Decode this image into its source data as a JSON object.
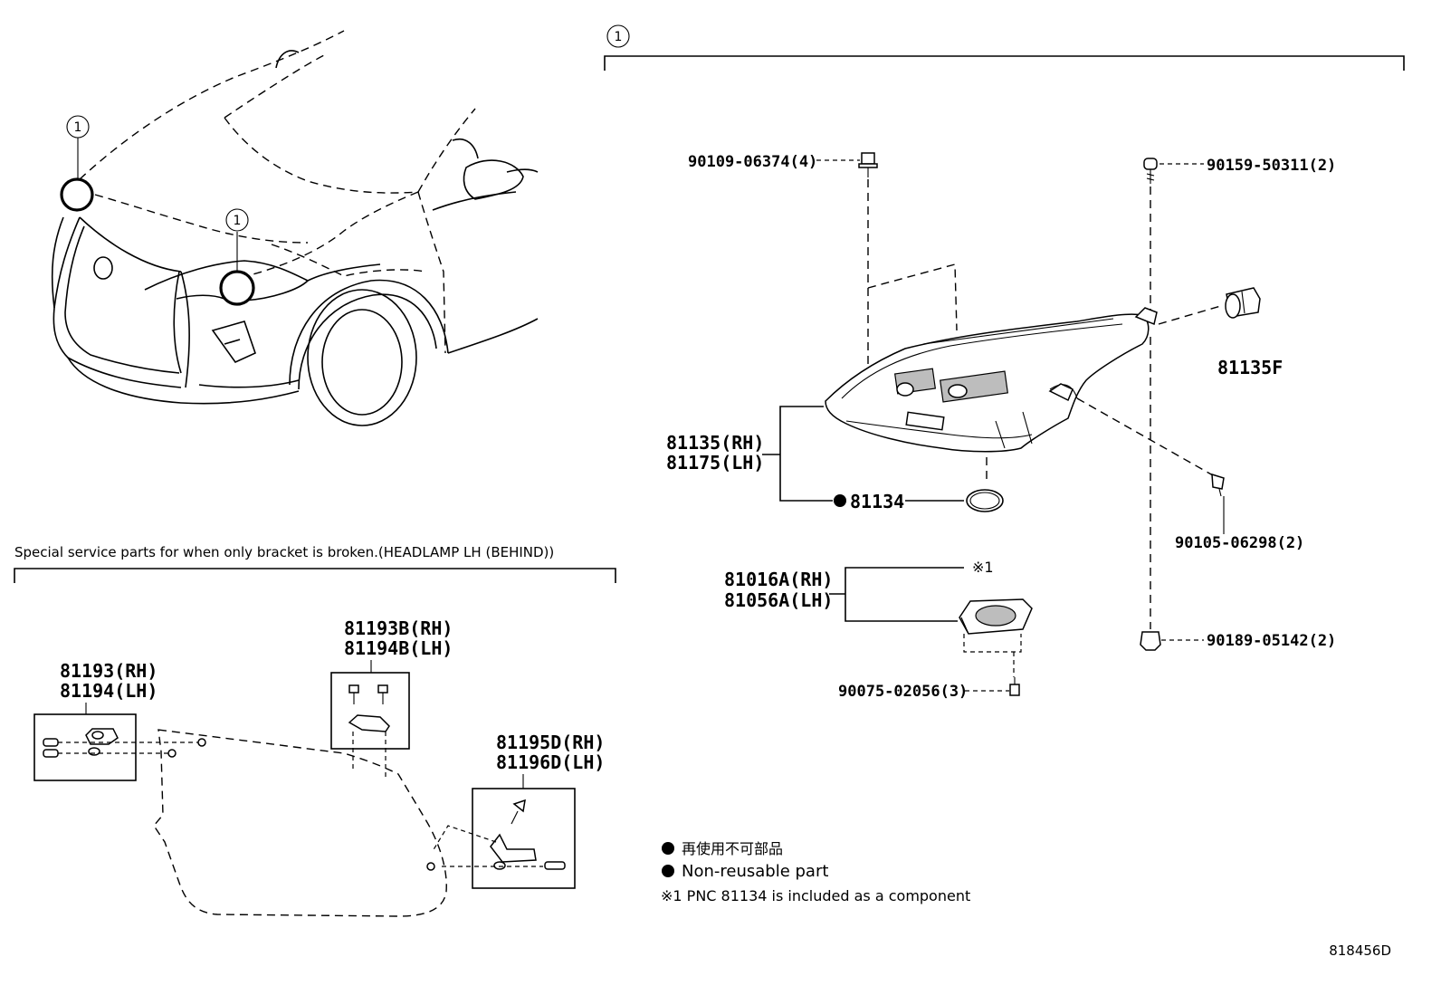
{
  "ref_mark": "1",
  "callouts": {
    "car_left": "1",
    "car_right": "1",
    "group_header": "1"
  },
  "special_header": "Special service parts for when only bracket is broken.(HEADLAMP LH (BEHIND))",
  "parts": {
    "bolt_top_left": "90109-06374(4)",
    "screw_top_right": "90159-50311(2)",
    "socket": "81135F",
    "headlamp_rh": "81135(RH)",
    "headlamp_lh": "81175(LH)",
    "gasket": "81134",
    "bolt_mid_right": "90105-06298(2)",
    "module_rh": "81016A(RH)",
    "module_lh": "81056A(LH)",
    "module_note": "※1",
    "screw_module": "90075-02056(3)",
    "clip_right": "90189-05142(2)",
    "bracket_a_rh": "81193(RH)",
    "bracket_a_lh": "81194(LH)",
    "bracket_b_rh": "81193B(RH)",
    "bracket_b_lh": "81194B(LH)",
    "bracket_d_rh": "81195D(RH)",
    "bracket_d_lh": "81196D(LH)"
  },
  "legend": {
    "jp": "再使用不可部品",
    "en": "Non-reusable part",
    "footnote": "※1 PNC 81134 is included as a component"
  },
  "diagram_id": "818456D"
}
